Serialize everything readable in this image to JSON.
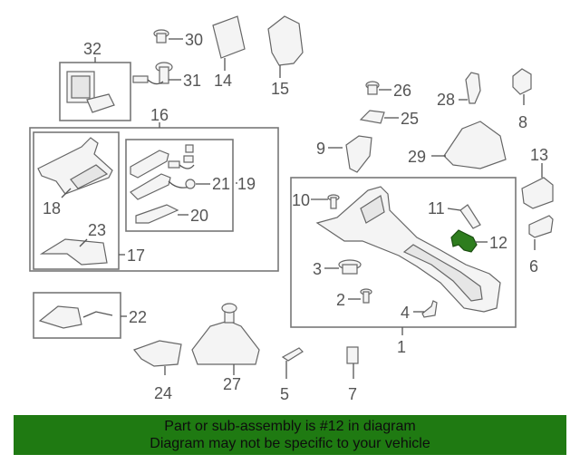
{
  "callouts": {
    "c1": "1",
    "c2": "2",
    "c3": "3",
    "c4": "4",
    "c5": "5",
    "c6": "6",
    "c7": "7",
    "c8": "8",
    "c9": "9",
    "c10": "10",
    "c11": "11",
    "c12": "12",
    "c13": "13",
    "c14": "14",
    "c15": "15",
    "c16": "16",
    "c17": "17",
    "c18": "18",
    "c19": "19",
    "c20": "20",
    "c21": "21",
    "c22": "22",
    "c23": "23",
    "c24": "24",
    "c25": "25",
    "c26": "26",
    "c27": "27",
    "c28": "28",
    "c29": "29",
    "c30": "30",
    "c31": "31",
    "c32": "32"
  },
  "highlight_color": "#2e7d1e",
  "banner": {
    "line1": "Part or sub-assembly is #12 in diagram",
    "line2": "Diagram may not be specific to your vehicle",
    "color": "#1f7a12"
  }
}
